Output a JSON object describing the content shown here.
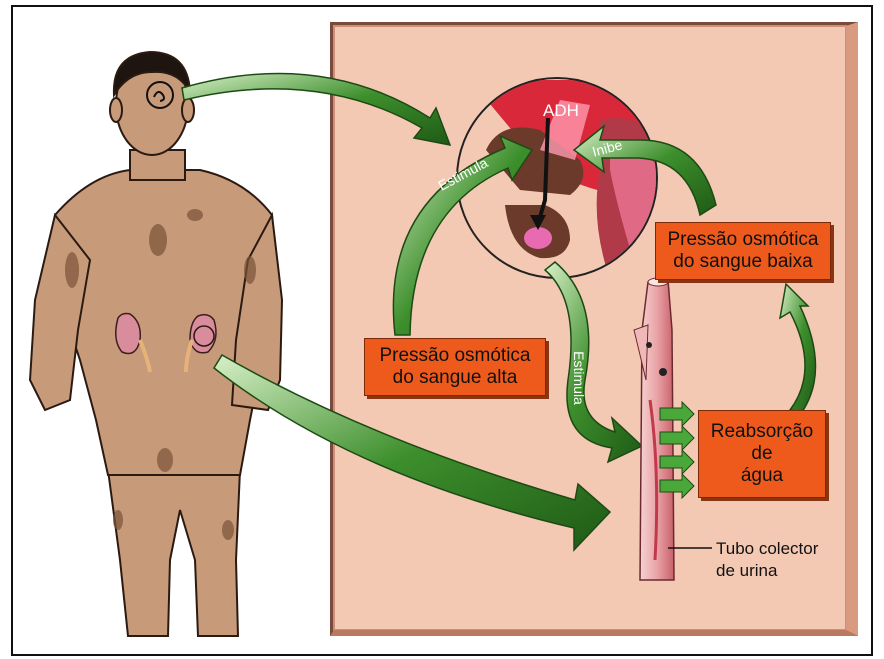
{
  "labels": {
    "adh": "ADH",
    "inhibits": "Inibe",
    "stimulates_top": "Estimula",
    "stimulates_mid": "Estimula",
    "high_pressure_line1": "Pressão osmótica",
    "high_pressure_line2": "do sangue alta",
    "low_pressure_line1": "Pressão osmótica",
    "low_pressure_line2": "do sangue baixa",
    "reabsorption_line1": "Reabsorção",
    "reabsorption_line2": "de",
    "reabsorption_line3": "água",
    "collector_line1": "Tubo colector",
    "collector_line2": "de urina"
  },
  "colors": {
    "panel": "#f4c9b4",
    "skin": "#c79a7a",
    "arrow_green": "#2f7a22",
    "label_box": "#ee5a1c",
    "brain_red": "#d9283a",
    "tube_pink": "#f0b8b8"
  }
}
